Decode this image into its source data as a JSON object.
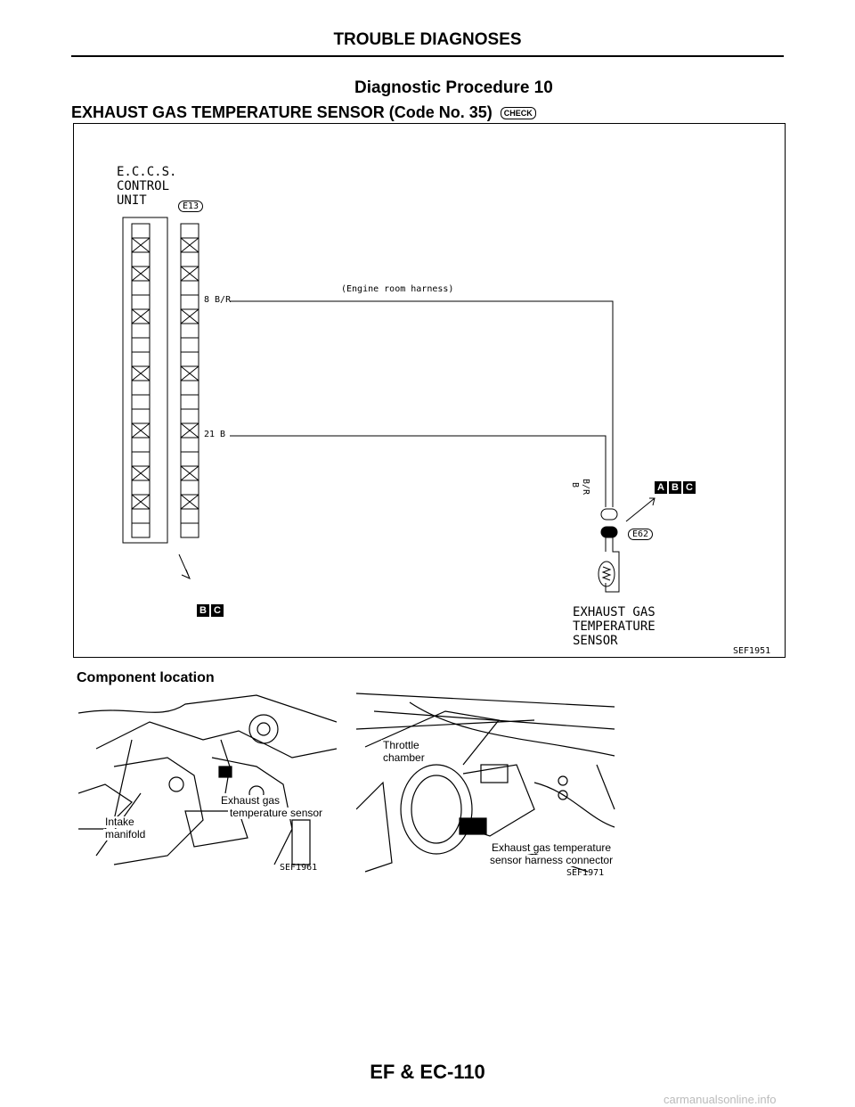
{
  "header": {
    "title": "TROUBLE DIAGNOSES"
  },
  "procedure": {
    "title": "Diagnostic Procedure 10"
  },
  "subtitle": {
    "text": "EXHAUST GAS TEMPERATURE SENSOR (Code No. 35)",
    "badge": "CHECK"
  },
  "diagram": {
    "ecu_lines": [
      "E.C.C.S.",
      "CONTROL",
      "UNIT"
    ],
    "ecu_connector": "E13",
    "harness_label": "(Engine room harness)",
    "wire1": "8 B/R",
    "wire2": "21 B",
    "pin8": "8",
    "pin21": "21",
    "sensor_connector": "E62",
    "wire_vert1": "B/R",
    "wire_vert2": "B",
    "boxes_right": [
      "A",
      "B",
      "C"
    ],
    "boxes_left": [
      "B",
      "C"
    ],
    "sensor_lines": [
      "EXHAUST GAS",
      "TEMPERATURE",
      "SENSOR"
    ],
    "code": "SEF1951"
  },
  "component": {
    "heading": "Component location",
    "photo1": {
      "label_sensor_1": "Exhaust gas",
      "label_sensor_2": "temperature sensor",
      "label_manifold_1": "Intake",
      "label_manifold_2": "manifold",
      "code": "SEF1961"
    },
    "photo2": {
      "label_throttle_1": "Throttle",
      "label_throttle_2": "chamber",
      "label_conn_1": "Exhaust gas temperature",
      "label_conn_2": "sensor harness connector",
      "code": "SEF1971"
    }
  },
  "footer": {
    "page": "EF & EC-110"
  },
  "watermark": "carmanualsonline.info"
}
